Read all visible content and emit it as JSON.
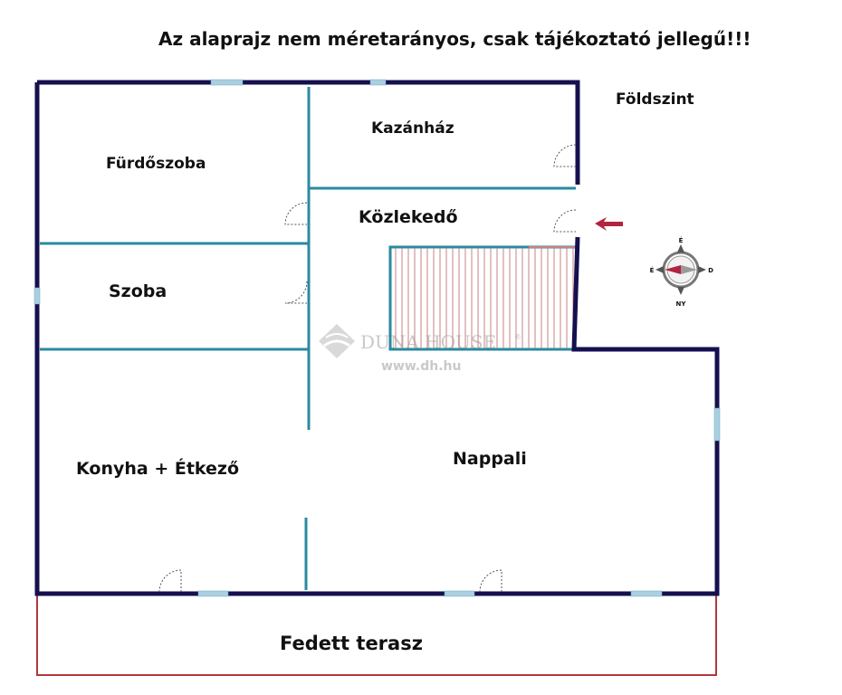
{
  "disclaimer": "Az alaprajz nem méretarányos, csak tájékoztató jellegű!!!",
  "floor_name": "Földszint",
  "rooms": {
    "bathroom": "Fürdőszoba",
    "boiler_room": "Kazánház",
    "hallway": "Közlekedő",
    "room": "Szoba",
    "kitchen_dining": "Konyha + Étkező",
    "living_room": "Nappali",
    "covered_terrace": "Fedett terasz"
  },
  "watermark": {
    "brand": "DUNA HOUSE",
    "registered": "®",
    "url": "www.dh.hu"
  },
  "compass": {
    "north": "É",
    "south": "NY",
    "west": "É",
    "east": "D"
  },
  "colors": {
    "outer_wall": "#15104f",
    "inner_wall": "#2a8aa0",
    "window": "#a9cfe0",
    "terrace": "#b03a3a",
    "stairs": "#b03a3a",
    "entrance_arrow": "#b3223f"
  }
}
